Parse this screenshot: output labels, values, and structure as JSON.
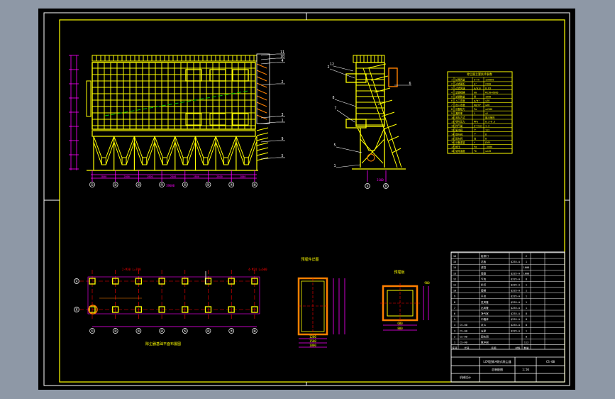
{
  "theme": {
    "bg": "#8e98a6",
    "paper": "#000000",
    "border": "#ffffff",
    "drawing": "#ffff00",
    "dimension": "#ff00ff",
    "annotation": "#ffffff",
    "accent_red": "#ff0000",
    "accent_green": "#00ff00",
    "accent_orange": "#ff8000"
  },
  "front_view": {
    "callouts": [
      "11",
      "10",
      "4",
      "2",
      "3",
      "1",
      "9",
      "5"
    ],
    "axis_labels": [
      "①",
      "②",
      "③",
      "④",
      "⑤",
      "⑥",
      "⑦",
      "⑧"
    ],
    "bay_dims": [
      "2800",
      "2800",
      "2800",
      "2800",
      "2800",
      "2800",
      "2800"
    ],
    "overall_dim": "19600"
  },
  "side_view": {
    "callouts": [
      "2",
      "8",
      "6",
      "12",
      "7",
      "5",
      "1"
    ],
    "axis_labels": [
      "Ⓐ",
      "Ⓑ"
    ],
    "bay_dim": "3100"
  },
  "parameter_table": {
    "title": "除尘器主要技术参数",
    "rows": [
      [
        "1",
        "处理风量",
        "m³/h",
        "120000"
      ],
      [
        "2",
        "过滤面积",
        "m²",
        "2400"
      ],
      [
        "3",
        "过滤风速",
        "m/min",
        "0.83"
      ],
      [
        "4",
        "滤袋规格",
        "mm",
        "Φ130×6000"
      ],
      [
        "5",
        "滤袋数量",
        "条",
        "1008"
      ],
      [
        "6",
        "入口浓度",
        "g/m³",
        "≤30"
      ],
      [
        "7",
        "出口浓度",
        "mg/m³",
        "≤30"
      ],
      [
        "8",
        "设备阻力",
        "Pa",
        "≤1500"
      ],
      [
        "9",
        "漏风率",
        "%",
        "≤2"
      ],
      [
        "10",
        "清灰方式",
        "",
        "脉冲喷吹"
      ],
      [
        "11",
        "喷吹压力",
        "MPa",
        "0.2~0.3"
      ],
      [
        "12",
        "耗气量",
        "m³/min",
        "1.2"
      ],
      [
        "13",
        "脉冲阀",
        "个",
        "112"
      ],
      [
        "14",
        "提升阀",
        "个",
        "8"
      ],
      [
        "15",
        "卸灰阀",
        "台",
        "8"
      ],
      [
        "16",
        "设备重量",
        "t",
        "约65"
      ],
      [
        "17",
        "耐压",
        "Pa",
        "-5000"
      ],
      [
        "18",
        "使用温度",
        "℃",
        "≤120"
      ]
    ]
  },
  "foundation_plan": {
    "caption": "除尘器基础平面布置图",
    "axis_labels": [
      "Ⓐ",
      "Ⓑ"
    ],
    "note1": "2-M30 L=700",
    "note2": "4-M24 L=600"
  },
  "detail_a": {
    "title": "预埋件详图",
    "dims": [
      "1200",
      "1500",
      "1800"
    ]
  },
  "detail_b": {
    "title": "预埋板",
    "dims": [
      "600",
      "800",
      "900"
    ]
  },
  "bom_table": {
    "rows": [
      [
        "16",
        "",
        "检修门",
        "",
        "2"
      ],
      [
        "15",
        "",
        "花板",
        "Q235-A",
        "1"
      ],
      [
        "14",
        "",
        "滤袋",
        "",
        "1008"
      ],
      [
        "13",
        "",
        "袋笼",
        "Q235-A",
        "1008"
      ],
      [
        "12",
        "",
        "气包",
        "Q235-A",
        "8"
      ],
      [
        "11",
        "",
        "栏杆",
        "Q235-A",
        "1"
      ],
      [
        "10",
        "",
        "爬梯",
        "Q235-A",
        "1"
      ],
      [
        "9",
        "",
        "平台",
        "Q235-A",
        "1"
      ],
      [
        "8",
        "",
        "进风管",
        "Q235-A",
        "1"
      ],
      [
        "7",
        "",
        "出风管",
        "Q235-A",
        "1"
      ],
      [
        "6",
        "",
        "净气室",
        "Q235-A",
        "8"
      ],
      [
        "5",
        "",
        "中箱体",
        "Q235-A",
        "8"
      ],
      [
        "4",
        "CS-00",
        "灰斗",
        "Q235-A",
        "8"
      ],
      [
        "3",
        "CS-00",
        "支架",
        "Q235-A",
        "1"
      ],
      [
        "2",
        "CS-00",
        "卸灰阀",
        "",
        "8"
      ],
      [
        "1",
        "CS-00",
        "脉冲阀",
        "",
        "112"
      ]
    ],
    "header": [
      "序号",
      "代号",
      "名称",
      "材料",
      "数量"
    ]
  },
  "title_block": {
    "drawing_name": "LCM型脉冲袋式除尘器",
    "subtitle": "总装配图",
    "drawing_no": "CS-00",
    "scale": "1:50",
    "company": "机械设计"
  }
}
